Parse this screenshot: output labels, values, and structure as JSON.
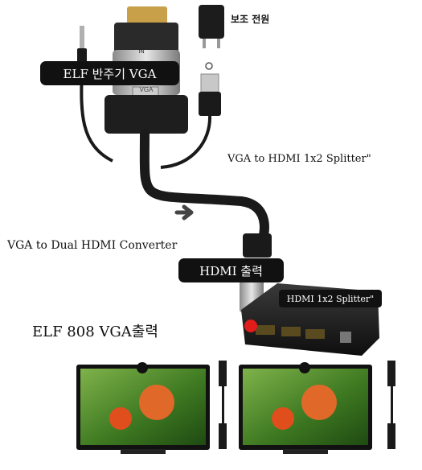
{
  "labels": {
    "power_label": "보조 전원",
    "repeater_label": "ELF 반주기  VGA",
    "splitter_note": "VGA to HDMI 1x2 Splitter\"",
    "converter_label": "VGA to Dual HDMI Converter",
    "hdmi_out_label": "HDMI 출력",
    "splitter_box_label": "HDMI 1x2 Splitter\"",
    "elf_output_label": "ELF 808 VGA출력"
  },
  "device_marks": {
    "vga_in": "IN",
    "vga_body": "VGA"
  },
  "colors": {
    "pill_bg": "#111111",
    "cable": "#1a1a1a",
    "connector_blue": "#1f3b8f",
    "red_dot": "#e21b1b"
  }
}
